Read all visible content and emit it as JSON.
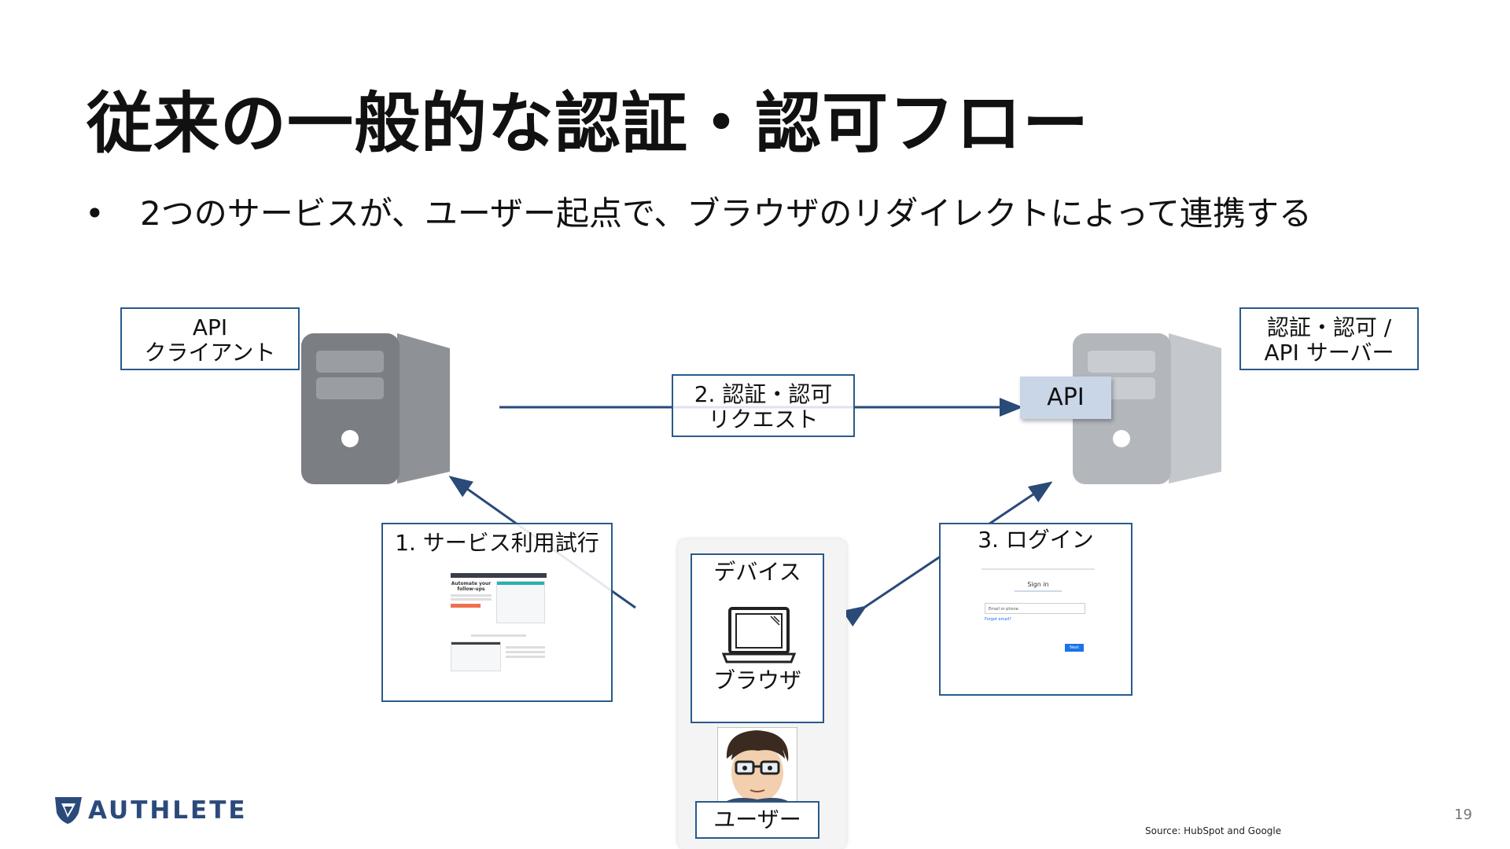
{
  "slide": {
    "title": "従来の一般的な認証・認可フロー",
    "bullet_marker": "•",
    "bullet": "2つのサービスが、ユーザー起点で、ブラウザのリダイレクトによって連携する",
    "page_number": "19",
    "source": "Source: HubSpot and Google",
    "logo": "AUTHLETE"
  },
  "diagram": {
    "client_label": [
      "API",
      "クライアント"
    ],
    "server_label": [
      "認証・認可 /",
      "API サーバー"
    ],
    "api_badge": "API",
    "step2_label": [
      "2. 認証・認可",
      "リクエスト"
    ],
    "step1_label": "1. サービス利用試行",
    "step3_label": "3. ログイン",
    "device_label": "デバイス",
    "browser_label": "ブラウザ",
    "user_label": "ユーザー",
    "step1_screenshot": {
      "headline": "Automate your follow-ups"
    },
    "step3_screenshot": {
      "heading": "Sign in",
      "field": "Email or phone",
      "link": "Forgot email?",
      "button": "Next"
    }
  }
}
